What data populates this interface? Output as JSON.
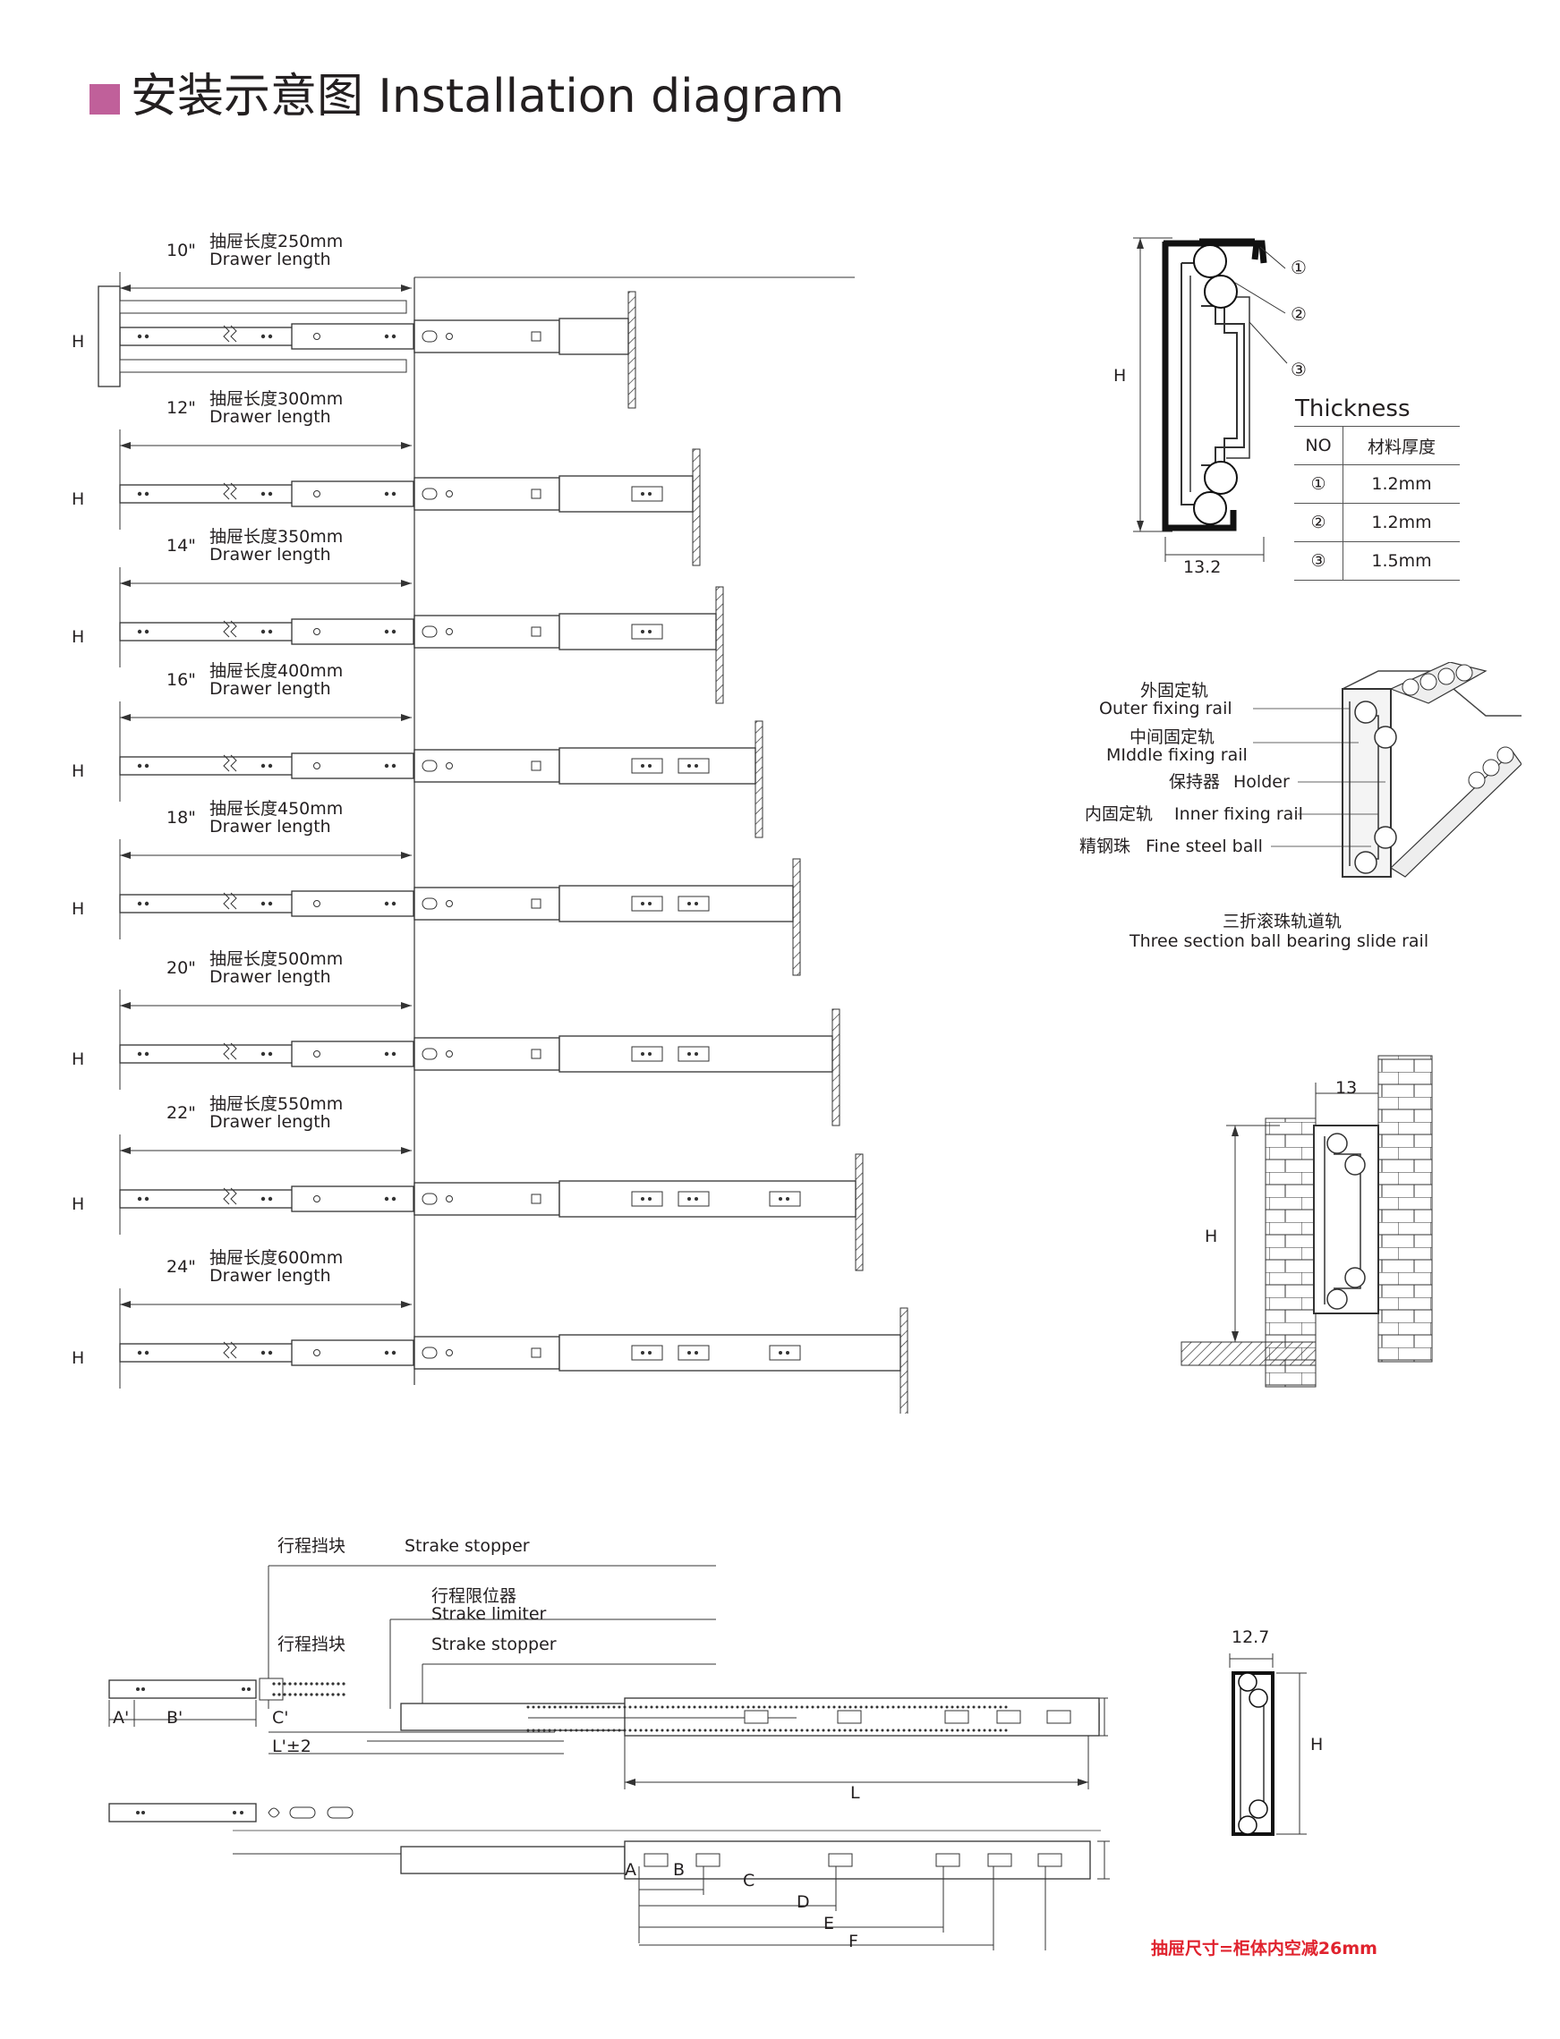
{
  "header": {
    "title": "安装示意图 Installation diagram"
  },
  "rails": [
    {
      "inch": "10\"",
      "cn": "抽屉长度250mm",
      "en": "Drawer length",
      "h": "H"
    },
    {
      "inch": "12\"",
      "cn": "抽屉长度300mm",
      "en": "Drawer length",
      "h": "H"
    },
    {
      "inch": "14\"",
      "cn": "抽屉长度350mm",
      "en": "Drawer length",
      "h": "H"
    },
    {
      "inch": "16\"",
      "cn": "抽屉长度400mm",
      "en": "Drawer length",
      "h": "H"
    },
    {
      "inch": "18\"",
      "cn": "抽屉长度450mm",
      "en": "Drawer length",
      "h": "H"
    },
    {
      "inch": "20\"",
      "cn": "抽屉长度500mm",
      "en": "Drawer length",
      "h": "H"
    },
    {
      "inch": "22\"",
      "cn": "抽屉长度550mm",
      "en": "Drawer length",
      "h": "H"
    },
    {
      "inch": "24\"",
      "cn": "抽屉长度600mm",
      "en": "Drawer length",
      "h": "H"
    }
  ],
  "profile": {
    "h": "H",
    "width": "13.2",
    "callouts": [
      "①",
      "②",
      "③"
    ],
    "thickness_title": "Thickness",
    "table_head": [
      "NO",
      "材料厚度"
    ],
    "table_rows": [
      [
        "①",
        "1.2mm"
      ],
      [
        "②",
        "1.2mm"
      ],
      [
        "③",
        "1.5mm"
      ]
    ]
  },
  "section": {
    "labels": [
      {
        "cn": "外固定轨",
        "en": "Outer fixing rail"
      },
      {
        "cn": "中间固定轨",
        "en": "MIddle fixing rail"
      },
      {
        "cn": "保持器",
        "en": "Holder"
      },
      {
        "cn": "内固定轨",
        "en": "Inner fixing rail"
      },
      {
        "cn": "精钢珠",
        "en": "Fine steel ball"
      }
    ],
    "caption_cn": "三折滚珠轨道轨",
    "caption_en": "Three section ball bearing slide rail"
  },
  "wall": {
    "width": "13",
    "h": "H"
  },
  "bottom": {
    "stopper1_cn": "行程挡块",
    "stopper1_en": "Strake stopper",
    "limiter_cn": "行程限位器",
    "limiter_en": "Strake limiter",
    "stopper2_cn": "行程挡块",
    "stopper2_en": "Strake stopper",
    "dims": {
      "a1": "A'",
      "b1": "B'",
      "c1": "C'",
      "l1": "L'±2",
      "l": "L",
      "a": "A",
      "b": "B",
      "c": "C",
      "d": "D",
      "e": "E",
      "f": "F"
    },
    "small_profile_width": "12.7",
    "small_profile_h": "H",
    "note": "抽屉尺寸=柜体内空减26mm"
  },
  "colors": {
    "accent": "#c0609a",
    "note": "#e0232e",
    "ink": "#231f20"
  }
}
